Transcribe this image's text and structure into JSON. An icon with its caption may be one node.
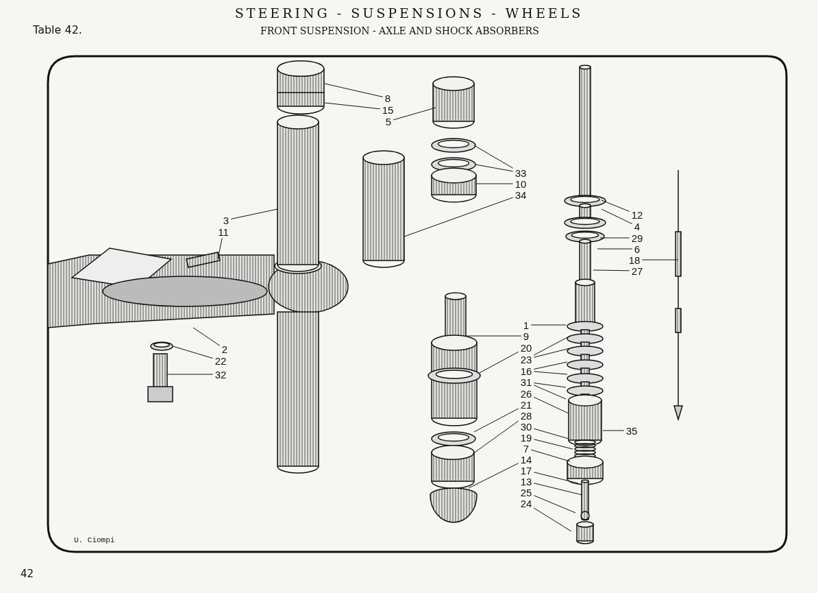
{
  "diagram": {
    "title": "STEERING - SUSPENSIONS - WHEELS",
    "nodes": [
      {
        "text": [
          "8"
        ]
      },
      {
        "text": [
          "15"
        ]
      },
      {
        "text": [
          "5"
        ]
      },
      {
        "text": [
          "33"
        ]
      },
      {
        "text": [
          "10"
        ]
      },
      {
        "text": [
          "34"
        ]
      },
      {
        "text": [
          "3"
        ]
      },
      {
        "text": [
          "11"
        ]
      },
      {
        "text": [
          "12"
        ]
      },
      {
        "text": [
          "4"
        ]
      },
      {
        "text": [
          "29"
        ]
      },
      {
        "text": [
          "6"
        ]
      },
      {
        "text": [
          "18"
        ]
      },
      {
        "text": [
          "27"
        ]
      },
      {
        "text": [
          "1"
        ]
      },
      {
        "text": [
          "9"
        ]
      },
      {
        "text": [
          "20"
        ]
      },
      {
        "text": [
          "2"
        ]
      },
      {
        "text": [
          "23"
        ]
      },
      {
        "text": [
          "22"
        ]
      },
      {
        "text": [
          "16"
        ]
      },
      {
        "text": [
          "32"
        ]
      },
      {
        "text": [
          "31"
        ]
      },
      {
        "text": [
          "26"
        ]
      },
      {
        "text": [
          "21"
        ]
      },
      {
        "text": [
          "28"
        ]
      },
      {
        "text": [
          "30"
        ]
      },
      {
        "text": [
          "35"
        ]
      },
      {
        "text": [
          "19"
        ]
      },
      {
        "text": [
          "7"
        ]
      },
      {
        "text": [
          "14"
        ]
      },
      {
        "text": [
          "17"
        ]
      },
      {
        "text": [
          "13"
        ]
      },
      {
        "text": [
          "25"
        ]
      },
      {
        "text": [
          "24"
        ]
      }
    ],
    "edges": [
      {
        "from": 0,
        "to": null,
        "arrow": "none"
      },
      {
        "from": 1,
        "to": null,
        "arrow": "none"
      },
      {
        "from": 2,
        "to": null,
        "arrow": "none"
      },
      {
        "from": 3,
        "to": null,
        "arrow": "none"
      },
      {
        "from": 3,
        "to": null,
        "arrow": "none"
      },
      {
        "from": 4,
        "to": null,
        "arrow": "none"
      },
      {
        "from": 5,
        "to": null,
        "arrow": "none"
      },
      {
        "from": 6,
        "to": null,
        "arrow": "none"
      },
      {
        "from": 7,
        "to": null,
        "arrow": "none"
      },
      {
        "from": 8,
        "to": null,
        "arrow": "none"
      },
      {
        "from": 9,
        "to": null,
        "arrow": "none"
      },
      {
        "from": 10,
        "to": null,
        "arrow": "none"
      },
      {
        "from": 11,
        "to": null,
        "arrow": "none"
      },
      {
        "from": 12,
        "to": null,
        "arrow": "none"
      },
      {
        "from": 13,
        "to": null,
        "arrow": "none"
      },
      {
        "from": 14,
        "to": null,
        "arrow": "none"
      },
      {
        "from": 15,
        "to": null,
        "arrow": "none"
      },
      {
        "from": 16,
        "to": null,
        "arrow": "none"
      },
      {
        "from": 18,
        "to": null,
        "arrow": "none"
      },
      {
        "from": 18,
        "to": null,
        "arrow": "none"
      },
      {
        "from": 19,
        "to": null,
        "arrow": "none"
      },
      {
        "from": 20,
        "to": null,
        "arrow": "none"
      },
      {
        "from": 20,
        "to": null,
        "arrow": "none"
      },
      {
        "from": 21,
        "to": null,
        "arrow": "none"
      },
      {
        "from": 22,
        "to": null,
        "arrow": "none"
      },
      {
        "from": 22,
        "to": null,
        "arrow": "none"
      },
      {
        "from": 23,
        "to": null,
        "arrow": "none"
      },
      {
        "from": 24,
        "to": null,
        "arrow": "none"
      },
      {
        "from": 25,
        "to": null,
        "arrow": "none"
      },
      {
        "from": 26,
        "to": null,
        "arrow": "none"
      },
      {
        "from": 27,
        "to": null,
        "arrow": "none"
      },
      {
        "from": 28,
        "to": null,
        "arrow": "none"
      },
      {
        "from": 29,
        "to": null,
        "arrow": "none"
      },
      {
        "from": 30,
        "to": null,
        "arrow": "none"
      },
      {
        "from": 31,
        "to": null,
        "arrow": "none"
      },
      {
        "from": 32,
        "to": null,
        "arrow": "none"
      },
      {
        "from": 33,
        "to": null,
        "arrow": "none"
      },
      {
        "from": 34,
        "to": null,
        "arrow": "none"
      },
      {
        "from": 17,
        "to": null,
        "arrow": "none"
      }
    ],
    "labels": [
      "Table 42.",
      "FRONT SUSPENSION - AXLE AND SHOCK ABSORBERS",
      "U. Ciompi",
      "42"
    ]
  }
}
